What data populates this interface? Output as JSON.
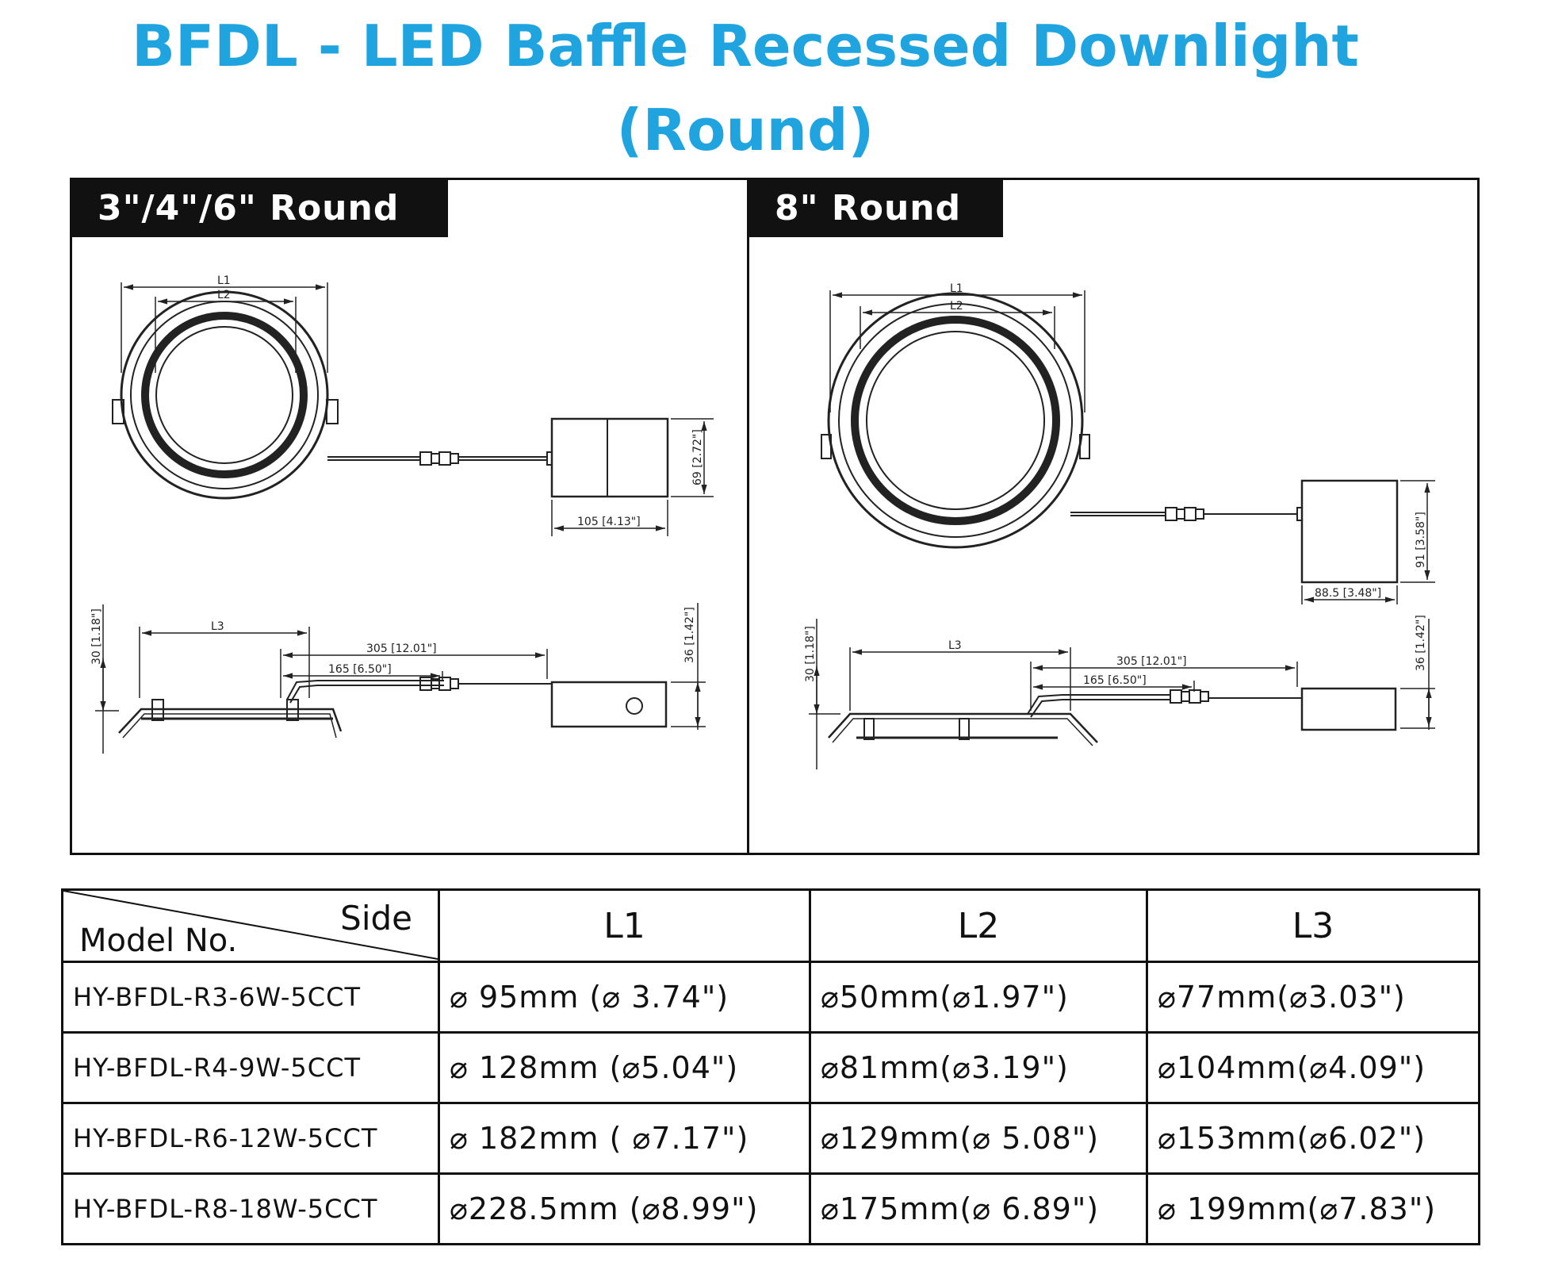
{
  "title_line1": "BFDL - LED Baffle Recessed Downlight",
  "title_line2": "(Round)",
  "title_color": "#1fa4e0",
  "panels": [
    {
      "tab": "3\"/4\"/6\" Round",
      "labels": {
        "l1": "L1",
        "l2": "L2",
        "l3": "L3",
        "driver_height": "69 [2.72\"]",
        "driver_width": "105 [4.13\"]",
        "side_height": "30 [1.18\"]",
        "driver_side_height": "36 [1.42\"]",
        "cable_long": "305 [12.01\"]",
        "cable_short": "165 [6.50\"]"
      }
    },
    {
      "tab": "8\" Round",
      "labels": {
        "l1": "L1",
        "l2": "L2",
        "l3": "L3",
        "driver_height": "91 [3.58\"]",
        "driver_width": "88.5 [3.48\"]",
        "side_height": "30 [1.18\"]",
        "driver_side_height": "36 [1.42\"]",
        "cable_long": "305 [12.01\"]",
        "cable_short": "165 [6.50\"]"
      }
    }
  ],
  "table": {
    "corner_side": "Side",
    "corner_model": "Model No.",
    "headers": [
      "L1",
      "L2",
      "L3"
    ],
    "rows": [
      {
        "model": "HY-BFDL-R3-6W-5CCT",
        "l1": "⌀ 95mm (⌀ 3.74\")",
        "l2": "⌀50mm(⌀1.97\")",
        "l3": "⌀77mm(⌀3.03\")"
      },
      {
        "model": "HY-BFDL-R4-9W-5CCT",
        "l1": "⌀ 128mm (⌀5.04\")",
        "l2": "⌀81mm(⌀3.19\")",
        "l3": "⌀104mm(⌀4.09\")"
      },
      {
        "model": "HY-BFDL-R6-12W-5CCT",
        "l1": "⌀ 182mm ( ⌀7.17\")",
        "l2": "⌀129mm(⌀ 5.08\")",
        "l3": "⌀153mm(⌀6.02\")"
      },
      {
        "model": "HY-BFDL-R8-18W-5CCT",
        "l1": "⌀228.5mm (⌀8.99\")",
        "l2": "⌀175mm(⌀ 6.89\")",
        "l3": "⌀ 199mm(⌀7.83\")"
      }
    ]
  }
}
